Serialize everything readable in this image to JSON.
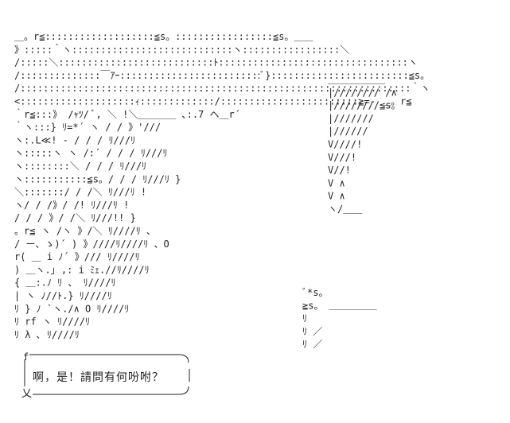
{
  "art": {
    "lines": [
      "      ＿。r≦:::::::::::::::::::≦s。:::::::::::::::::≦s。＿＿",
      "     》:::::｀ヽ::::::::::::::::::::::::::::ヽ:::::::::::::::::＼",
      "    /:::::＼:::::::::::::::::::::::::::ﾄ:::::::::::::::::::::::::::::::::ヽ",
      "   /::::::::::::::￣ｱｰ:::::::::::::::::::::::::ﾞ}::::::::::::::::::::::::≦s。",
      "  /::::::::::::::::::::::::::::::::::::::::::::::::::::::::::::::::::::｀ヽ",
      "  <::::::::::::::::::::ｨ:::::::::::::/::::::::::::::::::::::::≧=-        ＿。r≦",
      "   ｀r≦:::》  /ｬﾂ/  ﾞ,  ＼  !＼＿＿＿＿  ､:.7    ヘ＿r´",
      "     ｀ヽ:::}  ﾘ=*´       ヽ  /  /        》'///",
      "       ヽ:.L≪!         -    / /  /        ﾘ///ﾘ",
      "        ヽ:::::ヽ  ヽ  /:´   / /  /        ﾘ///ﾘ",
      "          ヽ::::::::＼     /  /  /        ﾘ///ﾘ",
      "           ヽ:::::::::::≦s。/  /  /        ﾘ///ﾘ }",
      "             ＼:::::::/  /  /＼      ﾘ///ﾘ   !",
      "               ヽ/ /   /》/ /!      ﾘ///ﾘ   !",
      "                / /   /  》/ /＼    ﾘ///!!   }",
      "         。r≦ ヽ   /ヽ   》/＼ ﾘ////ﾘ    、",
      "        / ー、ゝ)´  )    》////ﾘ////ﾘ      、O",
      "       r(   ＿   i  ﾉ´      》///  ﾘ////ﾘ",
      "       )   ＿ヽ.｣ ,:    i   ﾐｪ.//ﾘ////ﾘ",
      "      {    ＿:.ﾉ  ﾘ   、         ﾘ////ﾘ",
      "      |     ヽ     ﾉ//ﾄ.}         ﾘ////ﾘ",
      "      ﾘ     }  ﾉ  `ヽ./∧    O    ﾘ////ﾘ",
      "      ﾘ      rf        ヽ          ﾘ////ﾘ",
      "      ﾘ       λ          ､        ﾘ////ﾘ"
    ],
    "right_lines": [
      "  ＿＿＿＿＿＿",
      "  |//////// /∧",
      "  |////////≦s。",
      "  |///////",
      "  |//////",
      "  V////!",
      "   V///!",
      "    V//!",
      "     V ∧",
      "      V ∧",
      "       ヽ/＿＿"
    ],
    "lower_right_lines": [
      "ﾞ*s。",
      "       ≧s。  ＿＿＿＿＿",
      "               ﾘ",
      "               ﾘ    ／",
      "              ﾘ   ／"
    ]
  },
  "speech": {
    "prefix": "f",
    "text": "啊，是！請問有何吩咐？",
    "suffix": "乂"
  }
}
